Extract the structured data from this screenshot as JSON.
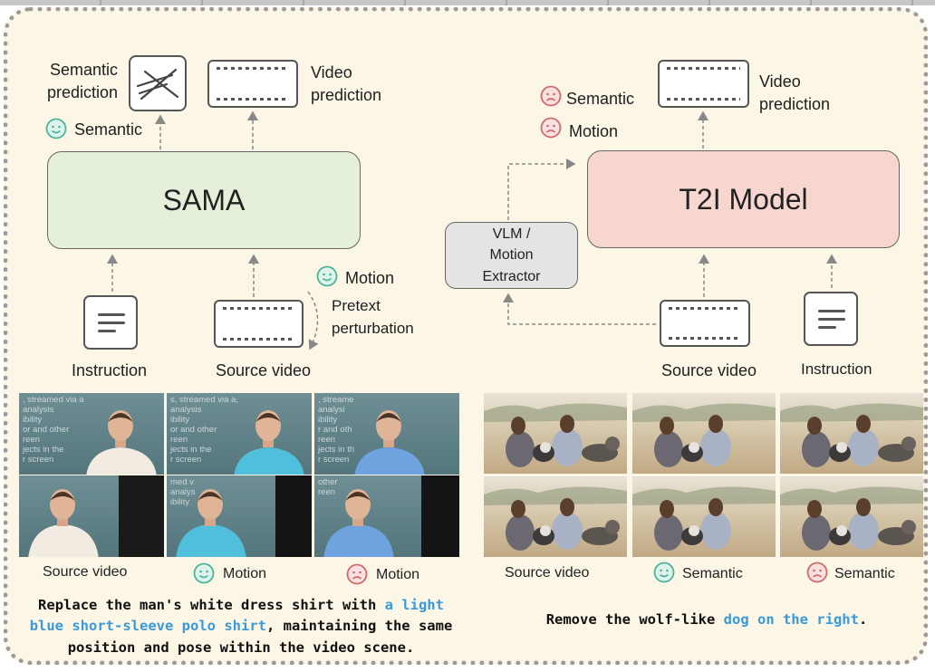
{
  "colors": {
    "happy": "#4bb59a",
    "sad": "#d36a6a",
    "highlight": "#3a9ad9",
    "sama_fill": "#e5f0da",
    "t2i_fill": "#f8d6d0"
  },
  "left": {
    "semantic_prediction": [
      "Semantic",
      "prediction"
    ],
    "video_prediction": [
      "Video",
      "prediction"
    ],
    "semantic_good": "Semantic",
    "model": "SAMA",
    "motion_good": "Motion",
    "pretext": [
      "Pretext",
      "perturbation"
    ],
    "instruction": "Instruction",
    "source_video": "Source video",
    "captions": [
      "Source video",
      "Motion",
      "Motion"
    ],
    "prompt_parts": [
      {
        "text": "Replace the man's white dress shirt with ",
        "hl": false
      },
      {
        "text": "a light blue short-sleeve polo shirt",
        "hl": true
      },
      {
        "text": ", maintaining the same position and pose within the video scene.",
        "hl": false
      }
    ],
    "slide_text": [
      ", streamed via a\nanalysis\nibility\nor and other\nreen\njects in the\nr screen",
      "s, streamed via a,\nanalysis\nibility\nor and other\nreen\njects in the\nr screen",
      ", streame\nanalysi\nibility\nr and oth\nreen\njects in th\nr screen",
      "med v\nanal\nibility",
      "med v\nanalys\nibility",
      "other\nreen"
    ]
  },
  "right": {
    "semantic_bad": "Semantic",
    "motion_bad": "Motion",
    "video_prediction": [
      "Video",
      "prediction"
    ],
    "model": "T2I Model",
    "extractor": [
      "VLM /",
      "Motion",
      "Extractor"
    ],
    "source_video": "Source video",
    "instruction": "Instruction",
    "captions": [
      "Source video",
      "Semantic",
      "Semantic"
    ],
    "prompt_parts": [
      {
        "text": "Remove the wolf-like ",
        "hl": false
      },
      {
        "text": "dog on the right",
        "hl": true
      },
      {
        "text": ".",
        "hl": false
      }
    ]
  },
  "icons": [
    "smiley-icon",
    "frown-icon",
    "document-icon",
    "film-strip-icon",
    "scribble-icon"
  ]
}
